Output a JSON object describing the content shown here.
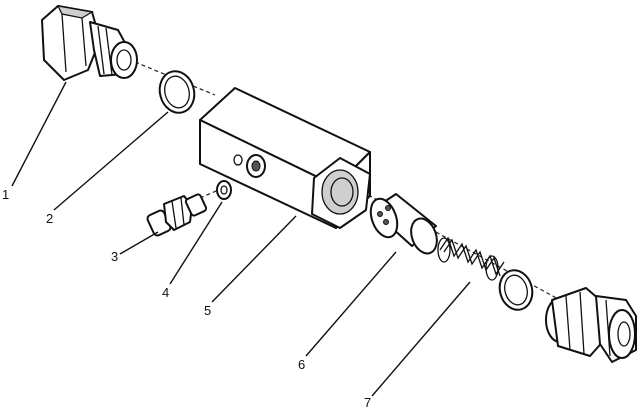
{
  "diagram": {
    "callouts": [
      {
        "id": "1",
        "text": "1"
      },
      {
        "id": "2",
        "text": "2"
      },
      {
        "id": "3",
        "text": "3"
      },
      {
        "id": "4",
        "text": "4"
      },
      {
        "id": "5",
        "text": "5"
      },
      {
        "id": "6",
        "text": "6"
      },
      {
        "id": "7",
        "text": "7"
      }
    ]
  }
}
